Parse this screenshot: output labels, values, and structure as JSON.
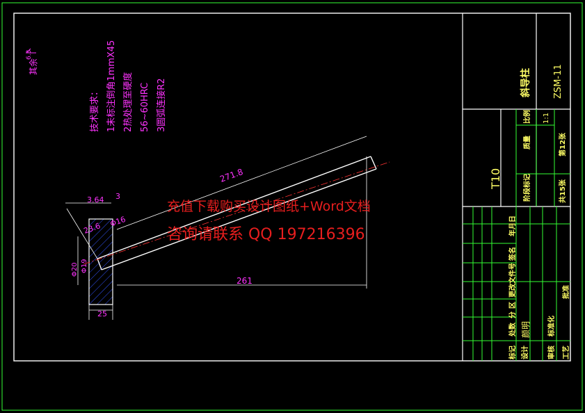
{
  "drawing": {
    "surface_roughness": "其余",
    "roughness_value": "6.3",
    "tech_title": "技术要求：",
    "tech_req_1": "1未标注倒角1mmX45",
    "tech_req_2": "2热处理至硬度",
    "tech_req_3": "56~60HRC",
    "tech_req_4": "3圆弧连接R2",
    "dim_length": "271.8",
    "dim_base": "261",
    "dim_364": "3.64",
    "dim_3": "3",
    "dim_16": "Φ16",
    "dim_236": "23.6",
    "dim_d20": "Φ20",
    "dim_d19": "Φ19",
    "dim_25": "25"
  },
  "title_block": {
    "part_name": "斜导柱",
    "drawing_no": "ZSM-11",
    "material": "T10",
    "ratio_label": "比例",
    "ratio_value": "1:1",
    "weight_label": "质量",
    "stage_label": "阶段标记",
    "total_sheets": "共15张",
    "sheet_no": "第12张",
    "date_label": "年月日",
    "signature_label": "签名",
    "change_doc_label": "更改文件号",
    "zone_label": "区",
    "count_label": "处数",
    "mark_label": "标记",
    "zone_split_label": "分",
    "designer_label": "设计",
    "standardize_label": "标准化",
    "designer_name": "颜明",
    "review_label": "审核",
    "process_label": "工艺",
    "approve_label": "批准"
  },
  "watermark": {
    "line1": "充值下载购买设计图纸+Word文档",
    "line2": "咨询请联系 QQ 197216396"
  }
}
